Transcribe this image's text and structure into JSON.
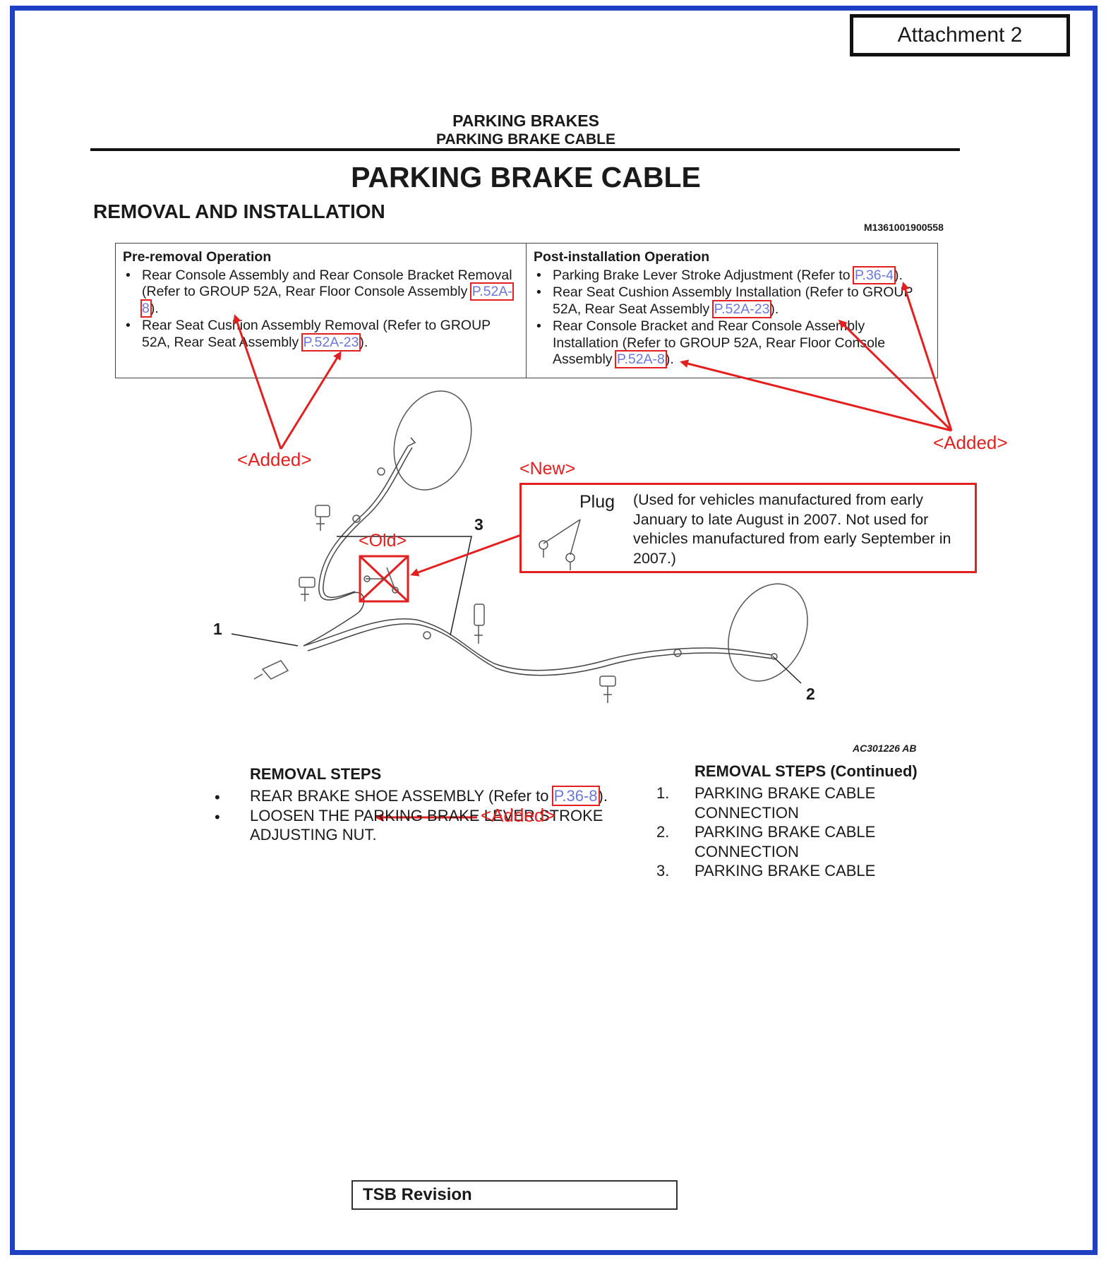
{
  "attachment_label": "Attachment 2",
  "header": {
    "section": "PARKING BRAKES",
    "subsection": "PARKING BRAKE CABLE"
  },
  "title": "PARKING BRAKE CABLE",
  "subtitle": "REMOVAL AND INSTALLATION",
  "doc_code": "M1361001900558",
  "figure_code": "AC301226 AB",
  "pre_removal": {
    "title": "Pre-removal Operation",
    "items": [
      {
        "text": "Rear Console Assembly and Rear Console Bracket Removal (Refer to GROUP 52A, Rear Floor Console Assembly ",
        "ref": "P.52A-8",
        "tail": ")."
      },
      {
        "text": "Rear Seat Cushion Assembly Removal (Refer to GROUP 52A, Rear Seat Assembly ",
        "ref": "P.52A-23",
        "tail": ")."
      }
    ]
  },
  "post_installation": {
    "title": "Post-installation Operation",
    "items": [
      {
        "text": "Parking Brake Lever Stroke Adjustment (Refer to ",
        "ref": "P.36-4",
        "tail": ")."
      },
      {
        "text": "Rear Seat Cushion Assembly Installation (Refer to GROUP 52A, Rear Seat Assembly ",
        "ref": "P.52A-23",
        "tail": ")."
      },
      {
        "text": "Rear Console Bracket and Rear Console Assembly Installation (Refer to GROUP 52A, Rear Floor Console Assembly ",
        "ref": "P.52A-8",
        "tail": ")."
      }
    ]
  },
  "annotations": {
    "added": "<Added>",
    "new": "<New>",
    "old": "<Old>"
  },
  "callout": {
    "label": "Plug",
    "description": "(Used for vehicles manufactured from early January to late August in 2007. Not used for vehicles manufactured from early September in 2007.)"
  },
  "part_numbers": [
    "1",
    "2",
    "3"
  ],
  "removal_steps": {
    "title": "REMOVAL STEPS",
    "items": [
      {
        "text": "REAR BRAKE SHOE ASSEMBLY (Refer to ",
        "ref": "P.36-8",
        "tail": ")."
      },
      {
        "text": "LOOSEN THE PARKING BRAKE LEVER STROKE ADJUSTING NUT.",
        "ref": "",
        "tail": ""
      }
    ]
  },
  "removal_steps_continued": {
    "title": "REMOVAL STEPS (Continued)",
    "items": [
      {
        "num": "1.",
        "text": "PARKING BRAKE CABLE CONNECTION"
      },
      {
        "num": "2.",
        "text": "PARKING BRAKE CABLE CONNECTION"
      },
      {
        "num": "3.",
        "text": "PARKING BRAKE CABLE"
      }
    ]
  },
  "footer_label": "TSB Revision",
  "colors": {
    "frame": "#1f3fc4",
    "annotation_red": "#e32020",
    "link_blue": "#6b78d8"
  }
}
